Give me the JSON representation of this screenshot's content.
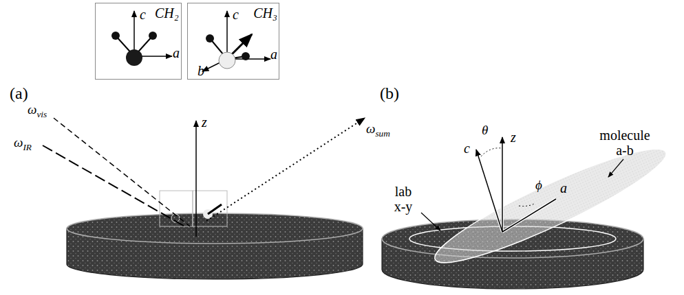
{
  "diagram": {
    "nodes": [
      {
        "text": [
          "c",
          "a",
          "CH₂"
        ]
      },
      {
        "text": [
          "c",
          "CH₃",
          "a",
          "b"
        ]
      }
    ],
    "labels": [
      "(a)",
      "ωvis",
      "ωIR",
      "z",
      "ωsum",
      "(b)",
      "θ",
      "z",
      "c",
      "ϕ",
      "a",
      "lab x-y",
      "molecule a-b"
    ]
  }
}
